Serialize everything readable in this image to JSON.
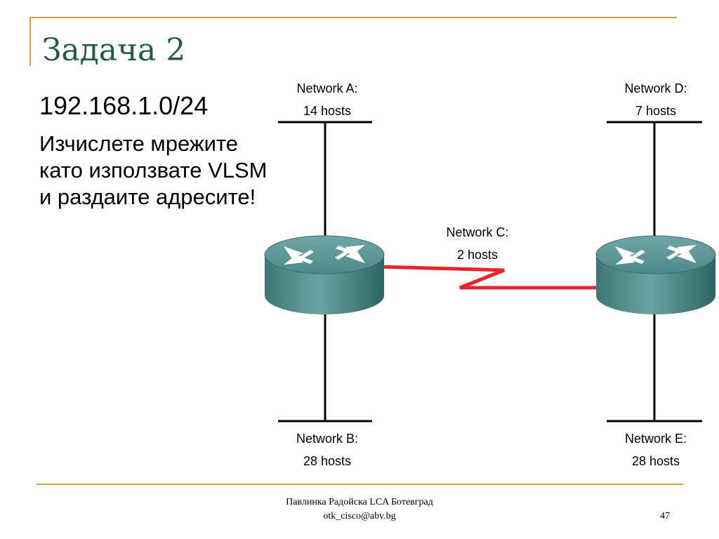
{
  "slide": {
    "title": "Задача 2",
    "cidr": "192.168.1.0/24",
    "task_lines": [
      "Изчислете мрежите",
      "като използвате VLSM",
      "и раздаите адресите!"
    ],
    "colors": {
      "accent_line": "#c9a24a",
      "title": "#1f5a4a",
      "wan_link": "#e8262a",
      "router": "#4e8a8a"
    }
  },
  "networks": {
    "a": {
      "name": "Network A:",
      "hosts": "14 hosts"
    },
    "b": {
      "name": "Network B:",
      "hosts": "28 hosts"
    },
    "c": {
      "name": "Network C:",
      "hosts": "2 hosts"
    },
    "d": {
      "name": "Network D:",
      "hosts": "7 hosts"
    },
    "e": {
      "name": "Network E:",
      "hosts": "28 hosts"
    }
  },
  "icons": {
    "router": "router-icon"
  },
  "footer": {
    "author": "Павлинка Радойска LCA Ботевград",
    "email": "otk_cisco@abv.bg",
    "page": "47"
  }
}
